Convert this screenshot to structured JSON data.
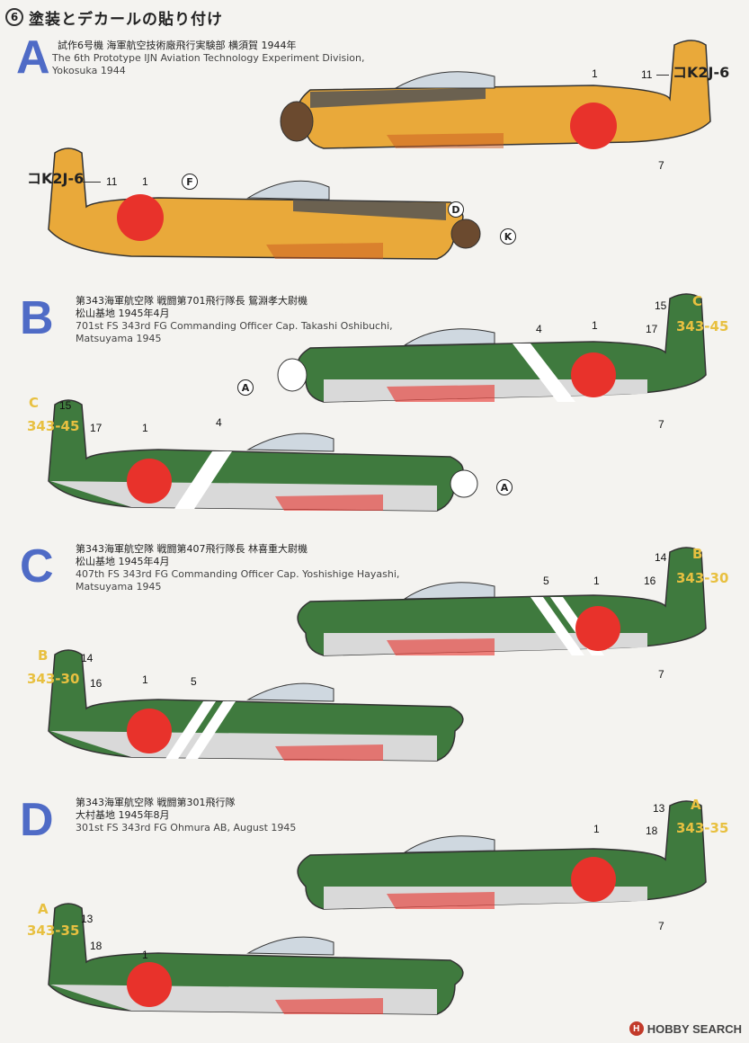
{
  "header": {
    "step": "6",
    "title": "塗装とデカールの貼り付け"
  },
  "colors": {
    "orange": "#e9a93a",
    "green": "#3f7a3e",
    "grey": "#d9d9d9",
    "hinomaru": "#e8322b",
    "accent_letter": "#4f6bc6",
    "tail_code_yellow": "#e8c040"
  },
  "schemes": [
    {
      "letter": "A",
      "jp": "試作6号機 海軍航空技術廠飛行実験部 横須賀 1944年",
      "en1": "The 6th Prototype IJN Aviation Technology Experiment Division,",
      "en2": "Yokosuka 1944",
      "tail_code": "コK2J-6",
      "callouts_right": {
        "hinomaru": "1",
        "tail": "11",
        "bottom": "7"
      },
      "callouts_left": {
        "hinomaru": "1",
        "tail": "11",
        "f": "F",
        "d": "D",
        "k": "K"
      }
    },
    {
      "letter": "B",
      "jp1": "第343海軍航空隊 戦闘第701飛行隊長 鴛淵孝大尉機",
      "jp2": "松山基地 1945年4月",
      "en1": "701st FS 343rd FG Commanding Officer Cap. Takashi Oshibuchi,",
      "en2": "Matsuyama 1945",
      "tail_letter": "C",
      "tail_code": "343-45",
      "callouts_right": {
        "letter": "15",
        "code": "17",
        "band": "4",
        "hinomaru": "1",
        "bottom": "7",
        "a": "A"
      },
      "callouts_left": {
        "letter": "15",
        "code": "17",
        "band": "4",
        "hinomaru": "1",
        "a": "A"
      }
    },
    {
      "letter": "C",
      "jp1": "第343海軍航空隊 戦闘第407飛行隊長 林喜重大尉機",
      "jp2": "松山基地 1945年4月",
      "en1": "407th FS 343rd FG Commanding Officer Cap. Yoshishige Hayashi,",
      "en2": "Matsuyama 1945",
      "tail_letter": "B",
      "tail_code": "343-30",
      "callouts_right": {
        "letter": "14",
        "code": "16",
        "band": "5",
        "hinomaru": "1",
        "bottom": "7"
      },
      "callouts_left": {
        "letter": "14",
        "code": "16",
        "band": "5",
        "hinomaru": "1"
      }
    },
    {
      "letter": "D",
      "jp1": "第343海軍航空隊 戦闘第301飛行隊",
      "jp2": "大村基地 1945年8月",
      "en1": "301st FS 343rd FG Ohmura AB, August 1945",
      "tail_letter": "A",
      "tail_code": "343-35",
      "callouts_right": {
        "letter": "13",
        "code": "18",
        "hinomaru": "1",
        "bottom": "7"
      },
      "callouts_left": {
        "letter": "13",
        "code": "18",
        "hinomaru": "1"
      }
    }
  ],
  "footer": {
    "logo_mark": "H",
    "logo_text": "HOBBY SEARCH"
  }
}
